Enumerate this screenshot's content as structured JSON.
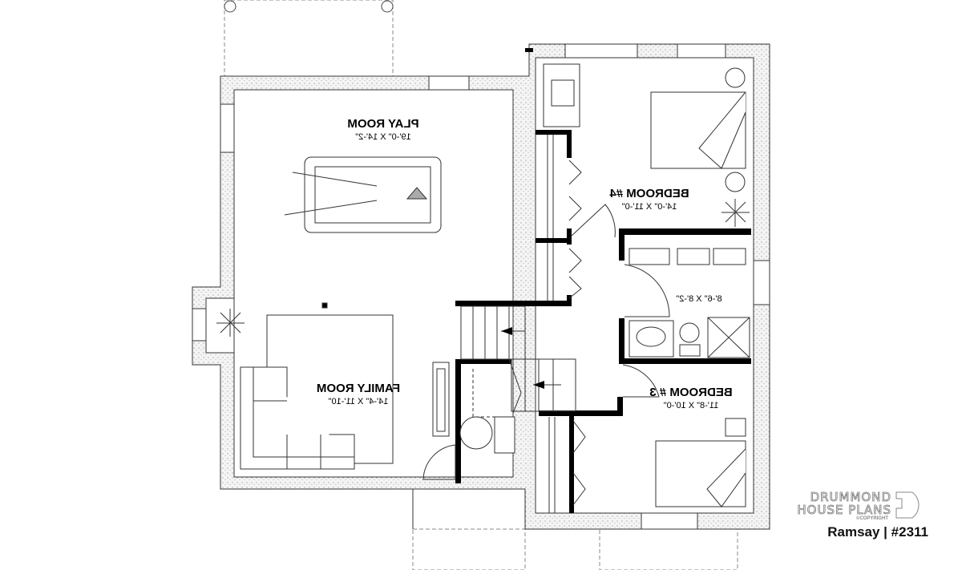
{
  "rooms": {
    "play_room": {
      "name": "PLAY ROOM",
      "dims": "19'-0\" X 14'-2\""
    },
    "bedroom4": {
      "name": "BEDROOM #4",
      "dims": "14'-0\" X 11'-0\""
    },
    "bathroom": {
      "dims": "8'-6\" X 8'-2\""
    },
    "bedroom3": {
      "name": "BEDROOM # 3",
      "dims": "11'-8\" X 10'-0\""
    },
    "family_room": {
      "name": "FAMILY ROOM",
      "dims": "14'-4\" X 11'-10\""
    }
  },
  "logo": {
    "line1": "DRUMMOND",
    "line2": "HOUSE PLANS",
    "copyright": "©COPYRIGHT"
  },
  "plan_label": "Ramsay | #2311"
}
